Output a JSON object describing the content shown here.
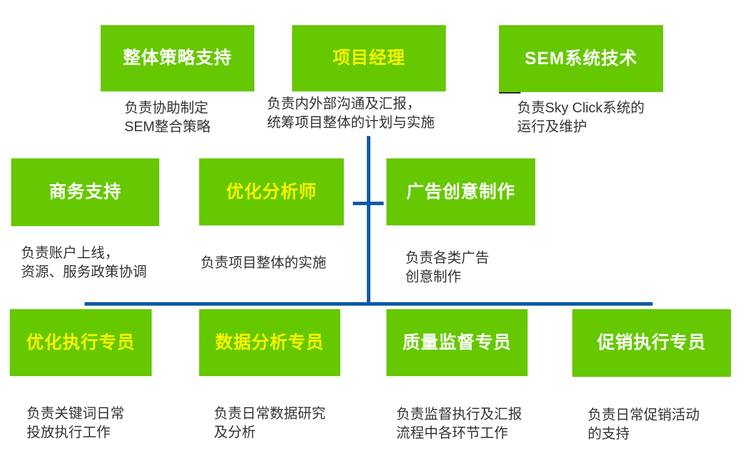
{
  "colors": {
    "background": "#FFFFFF",
    "box_green": "#66C800",
    "title_white": "#FFFFFF",
    "title_yellow": "#F7F400",
    "connector_blue": "#0D5AA7",
    "description_text": "#333333"
  },
  "org_chart": {
    "rows": [
      {
        "name": "top",
        "nodes": [
          {
            "title": "整体策略支持",
            "title_color": "#FFFFFF",
            "description": "负责协助制定\nSEM整合策略"
          },
          {
            "title": "项目经理",
            "title_color": "#F7F400",
            "description": "负责内外部沟通及汇报，\n统筹项目整体的计划与实施"
          },
          {
            "title": "SEM系统技术",
            "title_color": "#FFFFFF",
            "description": "负责Sky Click系统的\n运行及维护"
          }
        ]
      },
      {
        "name": "middle",
        "nodes": [
          {
            "title": "商务支持",
            "title_color": "#FFFFFF",
            "description": "负责账户上线，\n资源、服务政策协调"
          },
          {
            "title": "优化分析师",
            "title_color": "#F7F400",
            "description": "负责项目整体的实施"
          },
          {
            "title": "广告创意制作",
            "title_color": "#FFFFFF",
            "description": "负责各类广告\n创意制作"
          }
        ]
      },
      {
        "name": "bottom",
        "nodes": [
          {
            "title": "优化执行专员",
            "title_color": "#F7F400",
            "description": "负责关键词日常\n投放执行工作"
          },
          {
            "title": "数据分析专员",
            "title_color": "#F7F400",
            "description": "负责日常数据研究\n及分析"
          },
          {
            "title": "质量监督专员",
            "title_color": "#FFFFFF",
            "description": "负责监督执行及汇报\n流程中各环节工作"
          },
          {
            "title": "促销执行专员",
            "title_color": "#FFFFFF",
            "description": "负责日常促销活动\n的支持"
          }
        ]
      }
    ]
  }
}
